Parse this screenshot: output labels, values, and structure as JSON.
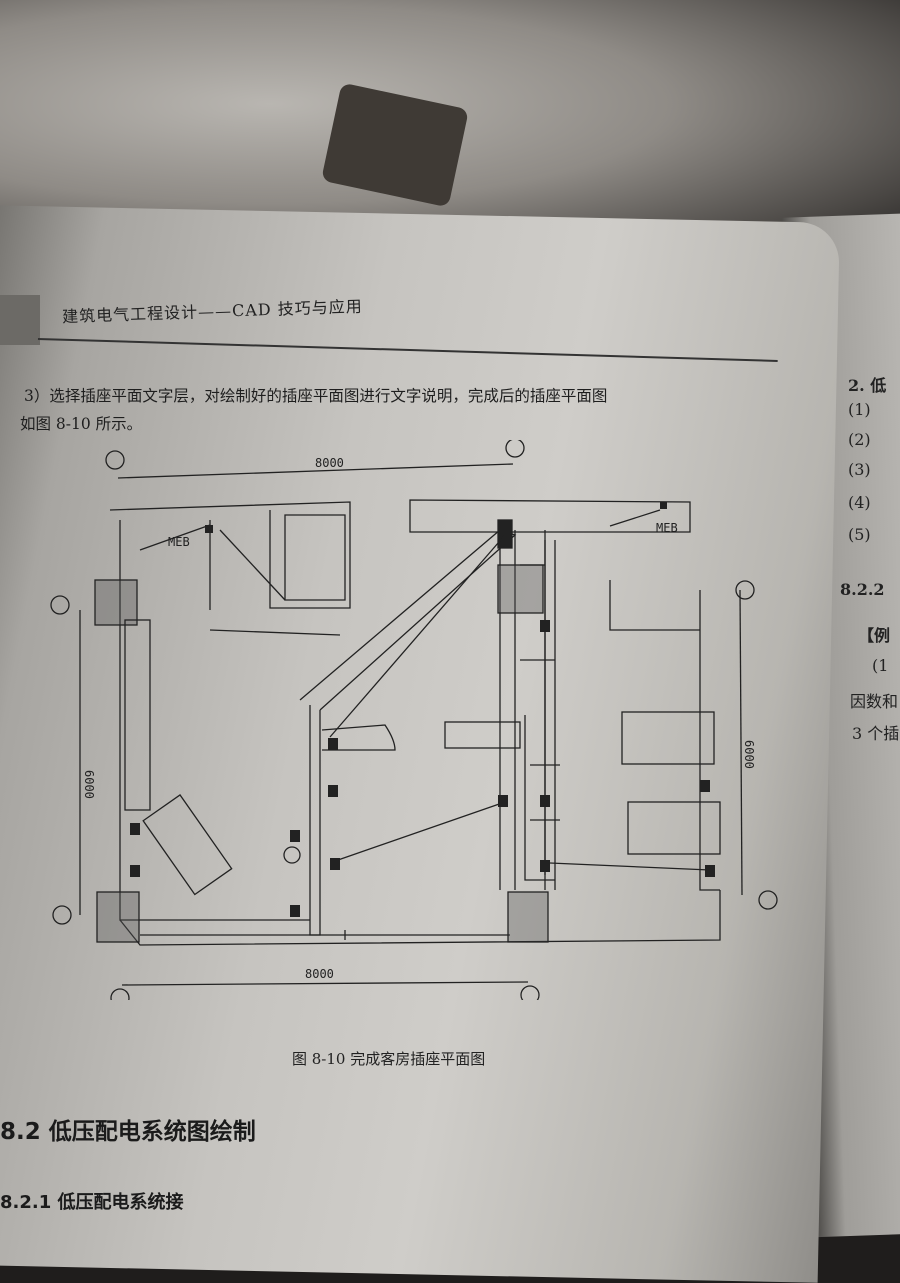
{
  "book": {
    "running_head": "建筑电气工程设计——CAD 技巧与应用",
    "paragraph_line1": "3）选择插座平面文字层，对绘制好的插座平面图进行文字说明，完成后的插座平面图",
    "paragraph_line2": "如图 8-10 所示。",
    "figure_caption": "图 8-10   完成客房插座平面图",
    "section_heading": "8.2   低压配电系统图绘制",
    "subsection_heading": "8.2.1   低压配电系统接"
  },
  "drawing": {
    "dim_top": "8000",
    "dim_bottom": "8000",
    "dim_left": "6000",
    "dim_right": "6000",
    "meb_left": "MEB",
    "meb_right": "MEB"
  },
  "facing_page": {
    "line1": "2. 低",
    "line2": "(1)",
    "line3": "(2)",
    "line4": "(3)",
    "line5": "(4)",
    "line6": "(5)",
    "line7": "8.2.2",
    "line8": "【例",
    "line9": "(1",
    "line10": "因数和",
    "line11": "3 个插"
  }
}
